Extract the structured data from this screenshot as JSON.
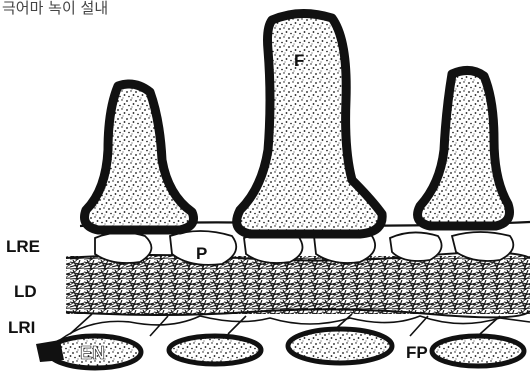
{
  "caption": "극어마 녹이 설내",
  "labels": {
    "lre": "LRE",
    "ld": "LD",
    "lri": "LRI",
    "f": "F",
    "p": "P",
    "en": "EN",
    "fp": "FP"
  }
}
